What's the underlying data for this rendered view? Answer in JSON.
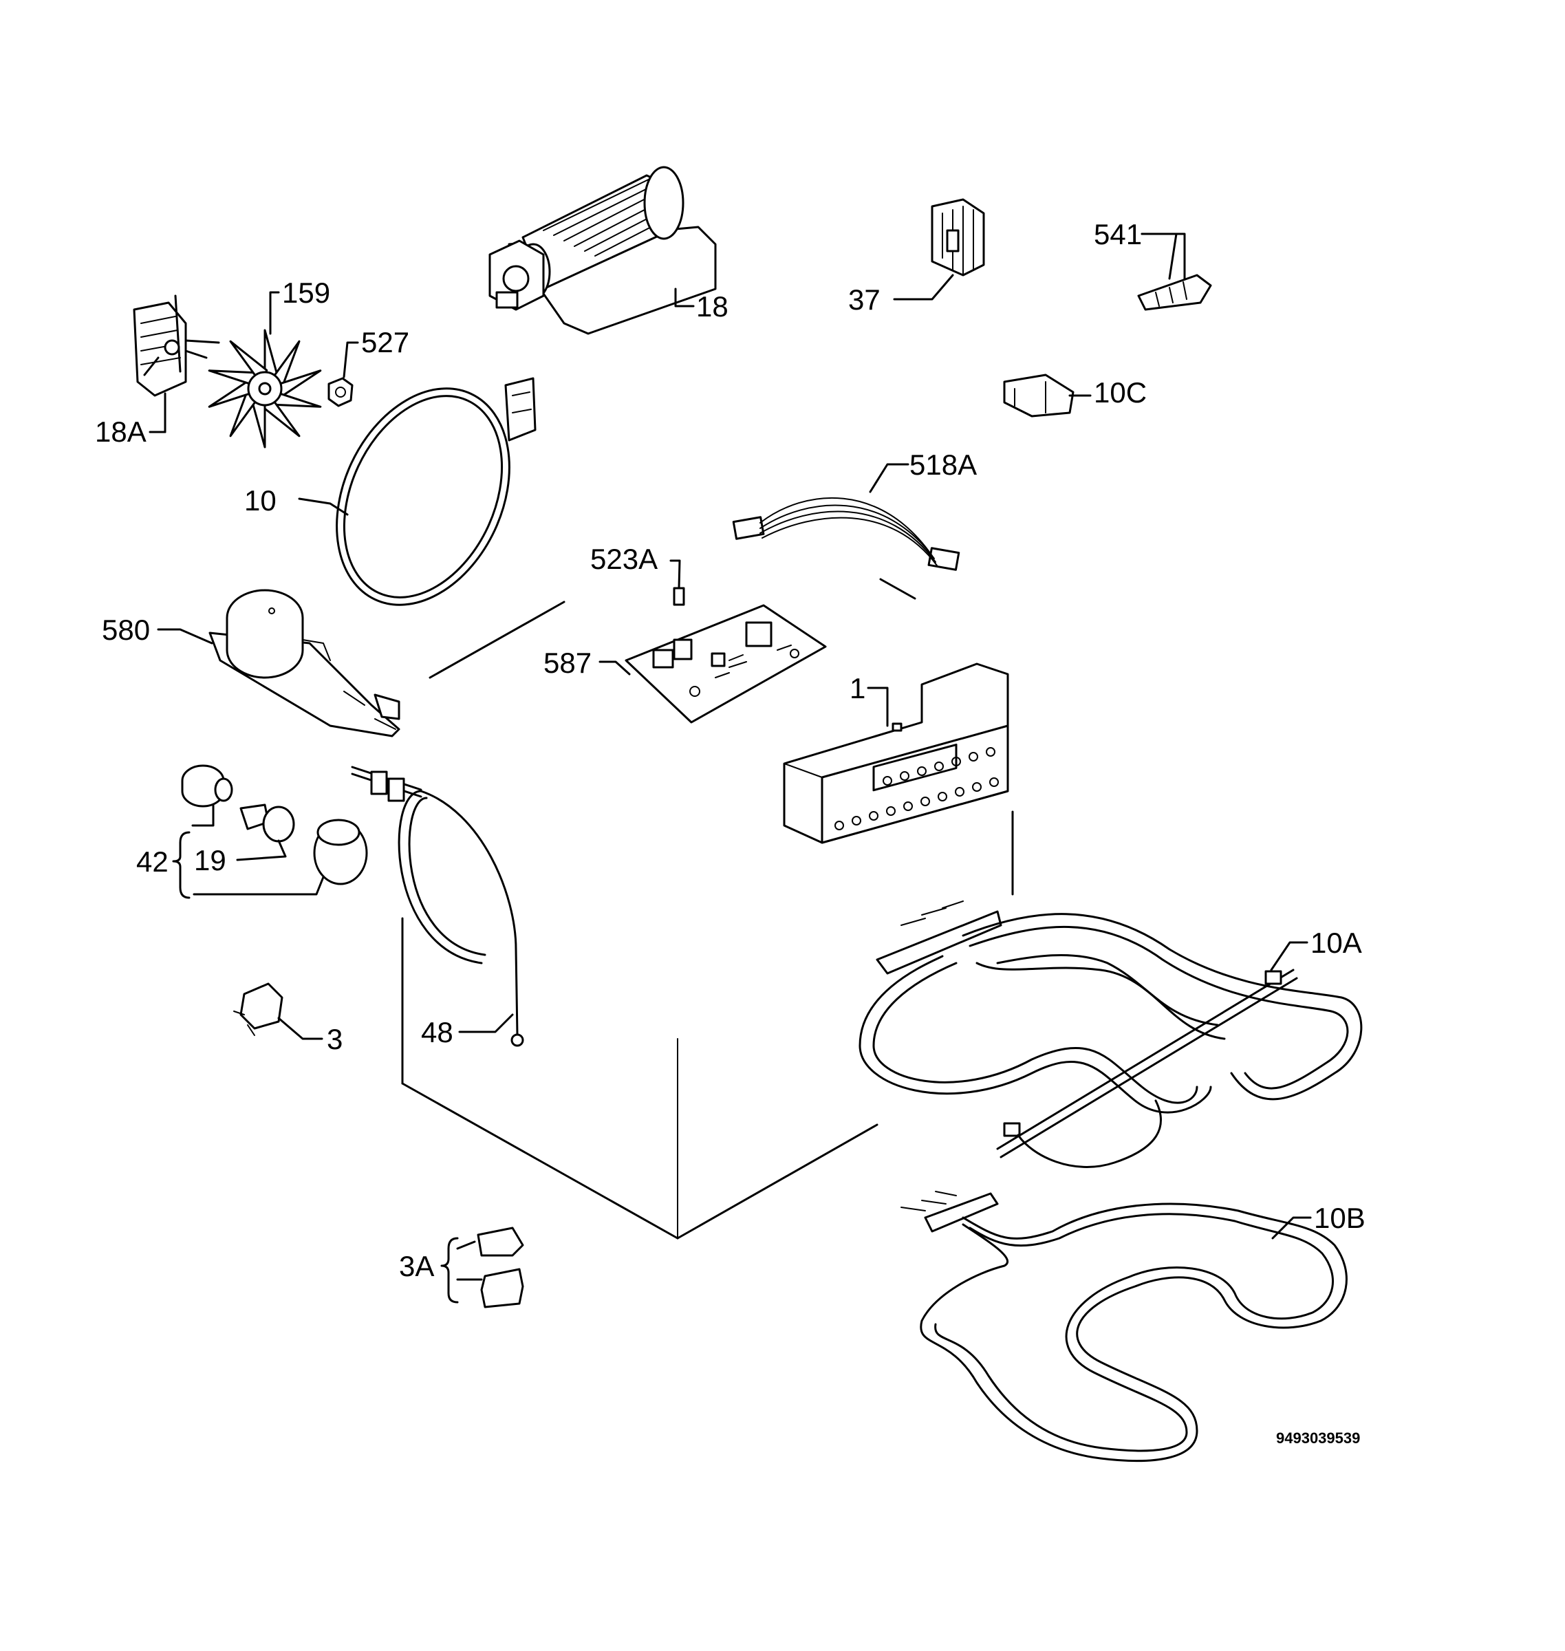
{
  "labels": {
    "l18a": "18A",
    "l159": "159",
    "l527": "527",
    "l18": "18",
    "l37": "37",
    "l541": "541",
    "l10c": "10C",
    "l10": "10",
    "l518a": "518A",
    "l523a": "523A",
    "l580": "580",
    "l587": "587",
    "l1": "1",
    "l42": "42",
    "l19": "19",
    "l48": "48",
    "l3": "3",
    "l10a": "10A",
    "l10b": "10B",
    "l3a": "3A"
  },
  "drawing_code": "9493039539"
}
